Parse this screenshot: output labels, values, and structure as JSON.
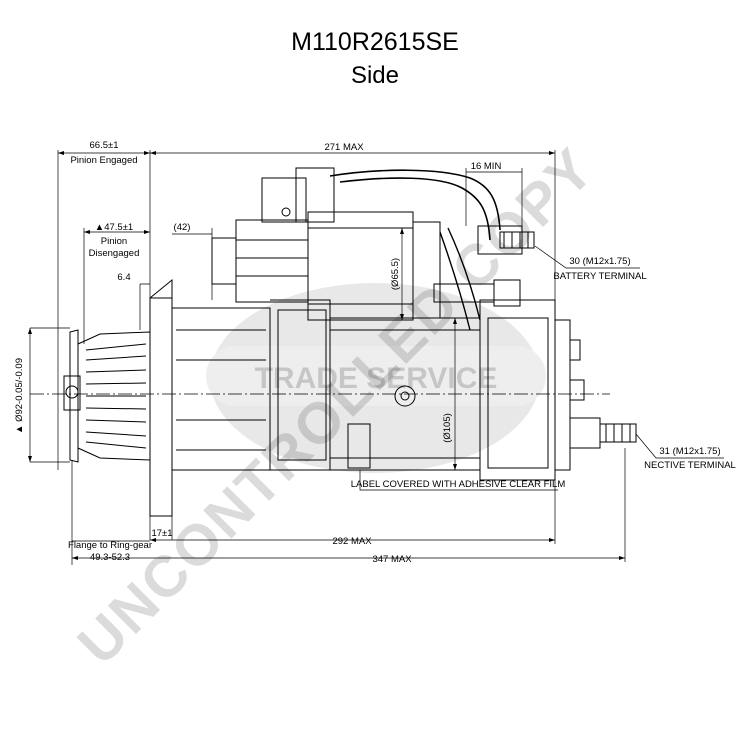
{
  "header": {
    "title": "M110R2615SE",
    "subtitle": "Side"
  },
  "dimensions": {
    "pinion_engaged_value": "66.5±1",
    "pinion_engaged_label": "Pinion Engaged",
    "overall_max": "271 MAX",
    "terminal_min": "16 MIN",
    "pinion_disengaged_value": "▲47.5±1",
    "pinion_disengaged_label_1": "Pinion",
    "pinion_disengaged_label_2": "Disengaged",
    "offset_42": "(42)",
    "offset_64": "6.4",
    "diameter_655": "(Ø65.5)",
    "diameter_105": "(Ø105)",
    "pilot_diameter": "▲ Ø92-0.05/-0.09",
    "flange_thickness": "17±1",
    "length_292": "292 MAX",
    "length_347": "347 MAX",
    "flange_ring_label": "Flange to Ring-gear",
    "flange_ring_value": "49.3-52.3"
  },
  "callouts": {
    "battery_value": "30 (M12x1.75)",
    "battery_label": "BATTERY TERMINAL",
    "negative_value": "31 (M12x1.75)",
    "negative_label": "NECTIVE TERMINAL",
    "label_note": "LABEL COVERED WITH ADHESIVE CLEAR FILM"
  },
  "watermarks": {
    "diagonal": "UNCONTROLLED COPY",
    "center": "TRADE SERVICE"
  }
}
